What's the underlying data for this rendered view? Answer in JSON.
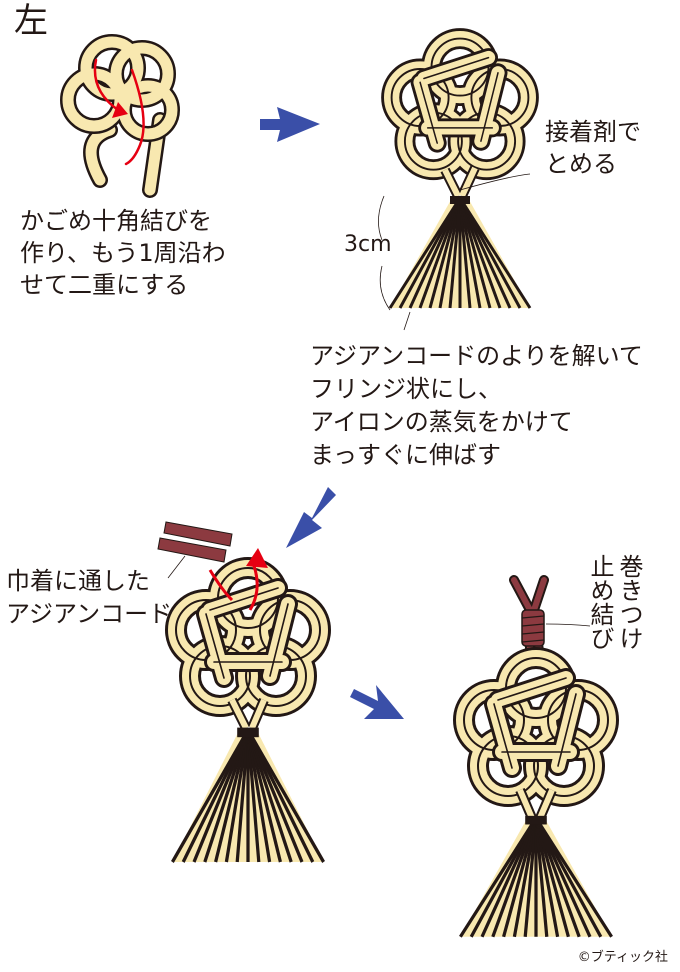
{
  "heading": "左",
  "step1": {
    "lines": [
      "かごめ十角結びを",
      "作り、もう1周沿わ",
      "せて二重にする"
    ]
  },
  "step2": {
    "glue_label": [
      "接着剤で",
      "とめる"
    ],
    "dimension_label": "3cm",
    "instruction_lines": [
      "アジアンコードのよりを解いて",
      "フリンジ状にし、",
      "アイロンの蒸気をかけて",
      "まっすぐに伸ばす"
    ]
  },
  "step3": {
    "cord_label": [
      "巾着に通した",
      "アジアンコード"
    ]
  },
  "step4": {
    "knot_label_col1": "巻きつけ",
    "knot_label_col2": "止め結び"
  },
  "credit": "©ブティック社",
  "colors": {
    "cord_fill": "#f8e8b0",
    "outline": "#231815",
    "arrow_blue": "#3a4fa8",
    "arrow_red": "#e60012",
    "asian_cord": "#8c3a40"
  },
  "arrows": [
    {
      "name": "step1-to-step2",
      "direction": "right"
    },
    {
      "name": "step2-to-step3",
      "direction": "down-left"
    },
    {
      "name": "step3-to-step4",
      "direction": "down-right"
    }
  ]
}
